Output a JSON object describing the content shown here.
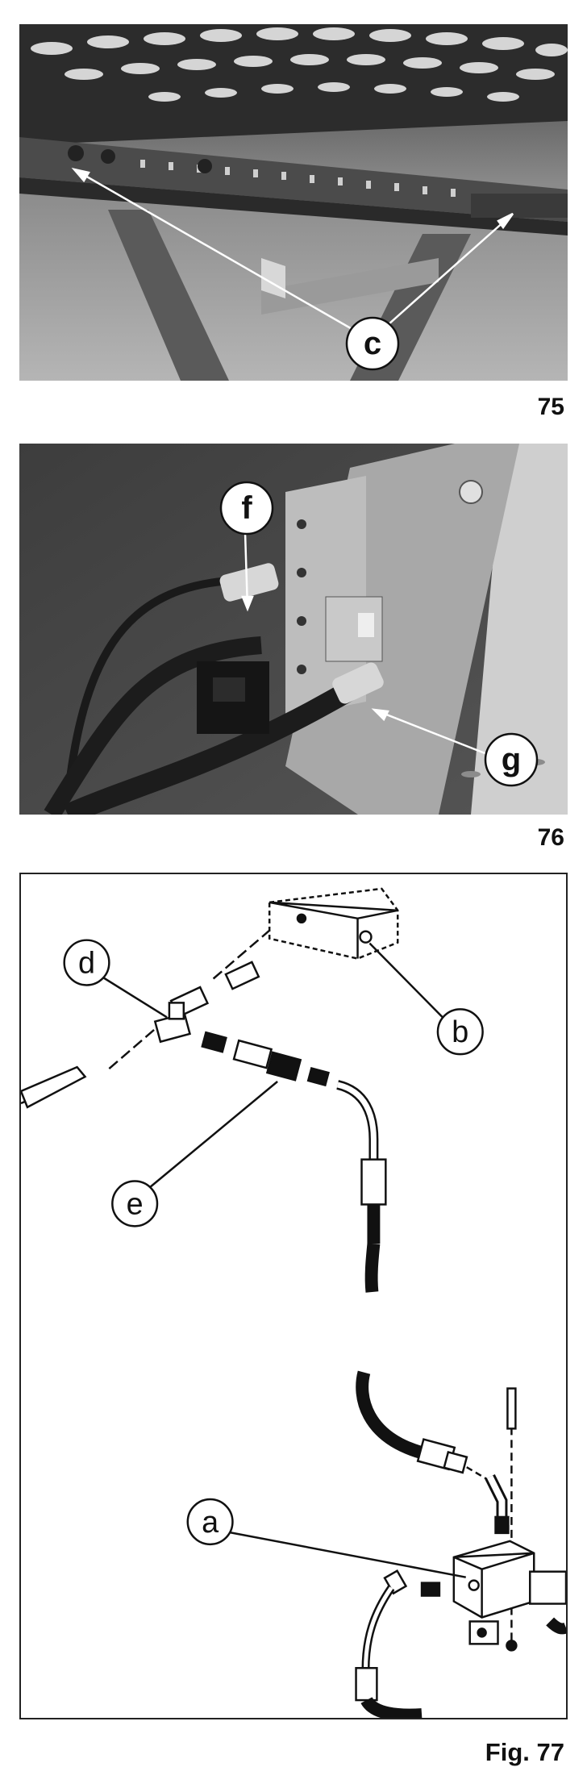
{
  "figures": {
    "photo75": {
      "number": "75",
      "callout": "c"
    },
    "photo76": {
      "number": "76",
      "callouts": [
        "f",
        "g"
      ]
    },
    "drawing77": {
      "number": "Fig. 77",
      "callouts": [
        "a",
        "b",
        "d",
        "e"
      ]
    }
  }
}
